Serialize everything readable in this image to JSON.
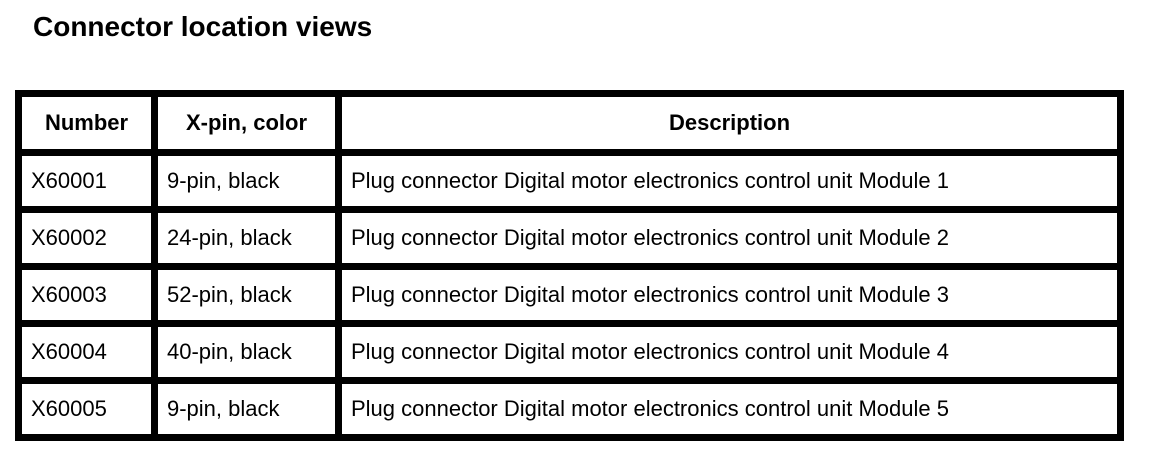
{
  "page": {
    "title": "Connector location views"
  },
  "colors": {
    "text": "#000000",
    "border": "#000000",
    "background": "#ffffff"
  },
  "table": {
    "headers": [
      {
        "label": "Number"
      },
      {
        "label": "X-pin, color"
      },
      {
        "label": "Description"
      }
    ],
    "rows": [
      {
        "number": "X60001",
        "pin_color": "9-pin, black",
        "description": "Plug connector Digital motor electronics control unit Module 1"
      },
      {
        "number": "X60002",
        "pin_color": "24-pin, black",
        "description": "Plug connector Digital motor electronics control unit Module 2"
      },
      {
        "number": "X60003",
        "pin_color": "52-pin, black",
        "description": "Plug connector Digital motor electronics control unit Module 3"
      },
      {
        "number": "X60004",
        "pin_color": "40-pin, black",
        "description": "Plug connector Digital motor electronics control unit Module 4"
      },
      {
        "number": "X60005",
        "pin_color": "9-pin, black",
        "description": "Plug connector Digital motor electronics control unit Module 5"
      }
    ]
  }
}
